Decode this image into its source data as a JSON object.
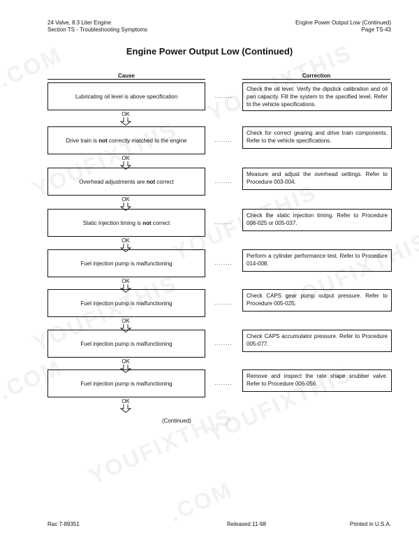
{
  "header": {
    "left_line1": "24 Valve, 8.3 Liter Engine",
    "left_line2": "Section TS - Troubleshooting Symptoms",
    "right_line1": "Engine Power Output Low (Continued)",
    "right_line2": "Page TS-43"
  },
  "title": "Engine Power Output Low (Continued)",
  "columns": {
    "cause": "Cause",
    "correction": "Correction"
  },
  "connector": {
    "dots": "........",
    "ok": "OK"
  },
  "rows": [
    {
      "cause_pre": "Lubricating oil level is above specification",
      "cause_bold": "",
      "cause_post": "",
      "correction": "Check the oil level. Verify the dipstick calibration and oil pan capacity. Fill the system to the specified level. Refer to the vehicle specifications."
    },
    {
      "cause_pre": "Drive train is ",
      "cause_bold": "not",
      "cause_post": " correctly matched to the engine",
      "correction": "Check for correct gearing and drive train components. Refer to the vehicle specifications."
    },
    {
      "cause_pre": "Overhead adjustments are ",
      "cause_bold": "not",
      "cause_post": " correct",
      "correction": "Measure and adjust the overhead settings. Refer to Procedure 003-004."
    },
    {
      "cause_pre": "Static injection timing is ",
      "cause_bold": "not",
      "cause_post": " correct",
      "correction": "Check the static injection timing. Refer to Procedure 006-025 or 005-037."
    },
    {
      "cause_pre": "Fuel injection pump is malfunctioning",
      "cause_bold": "",
      "cause_post": "",
      "correction": "Perform a cylinder performance test. Refer to Procedure 014-008."
    },
    {
      "cause_pre": "Fuel injection pump is malfunctioning",
      "cause_bold": "",
      "cause_post": "",
      "correction": "Check CAPS gear pump output pressure. Refer to Procedure 005-025."
    },
    {
      "cause_pre": "Fuel injection pump is malfunctioning",
      "cause_bold": "",
      "cause_post": "",
      "correction": "Check CAPS accumulator pressure. Refer to Procedure 005-077."
    },
    {
      "cause_pre": "Fuel injection pump is malfunctioning",
      "cause_bold": "",
      "cause_post": "",
      "correction": "Remove and inspect the rate shape snubber valve. Refer to Procedure 006-056."
    }
  ],
  "continued": "(Continued)",
  "footer": {
    "left": "Rac 7-89351",
    "center": "Released 11-98",
    "right": "Printed in U.S.A."
  },
  "watermark": [
    ".COM",
    "YOUFIXTHIS",
    "YOUFIXTHIS",
    "YOUFIXTHIS",
    "YOUFIXTHIS",
    ".COM",
    "YOUFIXTHIS",
    "YOUFIXTHIS",
    "YOUFIXTHIS",
    ".COM"
  ]
}
